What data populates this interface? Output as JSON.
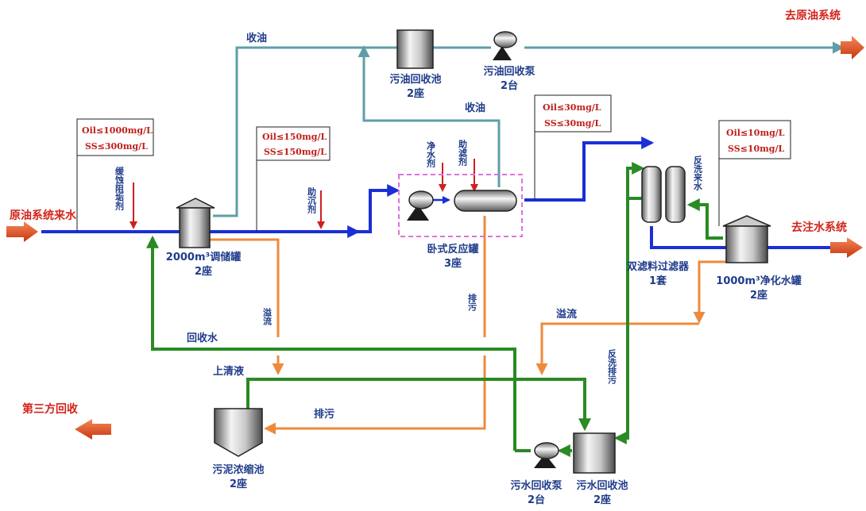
{
  "labels": {
    "crude_in": "原油系统来水",
    "to_crude": "去原油系统",
    "to_injection": "去注水系统",
    "third_party": "第三方回收",
    "oil_recovery_pool_1": "污油回收池",
    "oil_recovery_pool_2": "2座",
    "oil_recovery_pump_1": "污油回收泵",
    "oil_recovery_pump_2": "2台",
    "regulating_tank_1": "2000m³调储罐",
    "regulating_tank_2": "2座",
    "reactor_1": "卧式反应罐",
    "reactor_2": "3座",
    "filter_1": "双滤料过滤器",
    "filter_2": "1套",
    "clean_tank_1": "1000m³净化水罐",
    "clean_tank_2": "2座",
    "sludge_pool_1": "污泥浓缩池",
    "sludge_pool_2": "2座",
    "sewage_pump_1": "污水回收泵",
    "sewage_pump_2": "2台",
    "sewage_pool_1": "污水回收池",
    "sewage_pool_2": "2座",
    "oil_collect_top": "收油",
    "oil_collect_mid": "收油",
    "recycled_water": "回收水",
    "supernatant": "上清液",
    "discharge_bottom": "排污",
    "overflow_right": "溢流",
    "overflow_vertical": "溢流",
    "discharge_vertical": "排污",
    "backwash_discharge": "反洗排污",
    "backwash_in": "反洗来水",
    "agent_corrosion": "缓蚀阻垢剂",
    "agent_settling": "助沉剂",
    "agent_clarifier": "净水剂",
    "agent_filter": "助滤剂"
  },
  "specs": {
    "spec1_oil": "Oil≤1000mg/L",
    "spec1_ss": "SS≤300mg/L",
    "spec2_oil": "Oil≤150mg/L",
    "spec2_ss": "SS≤150mg/L",
    "spec3_oil": "Oil≤30mg/L",
    "spec3_ss": "SS≤30mg/L",
    "spec4_oil": "Oil≤10mg/L",
    "spec4_ss": "SS≤10mg/L"
  },
  "colors": {
    "main_flow": "#1a2fd6",
    "oil_line": "#5f9ea8",
    "overflow_line": "#ee8a3c",
    "recycle_line": "#2a8a24",
    "io_arrow": "#e2451c",
    "dosing_arrow": "#d01f1f",
    "text_blue": "#1f3c8a",
    "text_red": "#d2241b"
  }
}
